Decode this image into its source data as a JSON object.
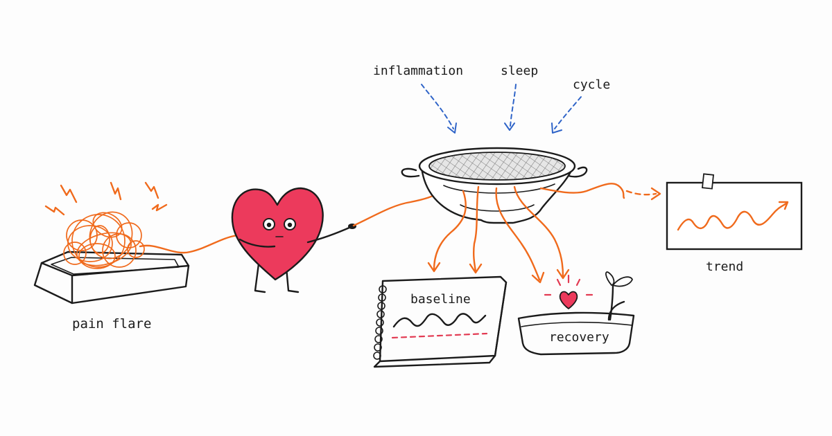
{
  "labels": {
    "pain_flare": "pain flare",
    "inflammation": "inflammation",
    "sleep": "sleep",
    "cycle": "cycle",
    "baseline": "baseline",
    "recovery": "recovery",
    "trend": "trend"
  },
  "colors": {
    "ink": "#1b1b1b",
    "heart": "#ec3a5c",
    "thread": "#f06a1c",
    "influence_arrows": "#2f64c8",
    "baseline_line": "#e23a52"
  },
  "icons": [
    "tangled-thread-icon",
    "heart-character-icon",
    "strainer-icon",
    "notebook-icon",
    "planter-icon",
    "framed-chart-icon"
  ]
}
